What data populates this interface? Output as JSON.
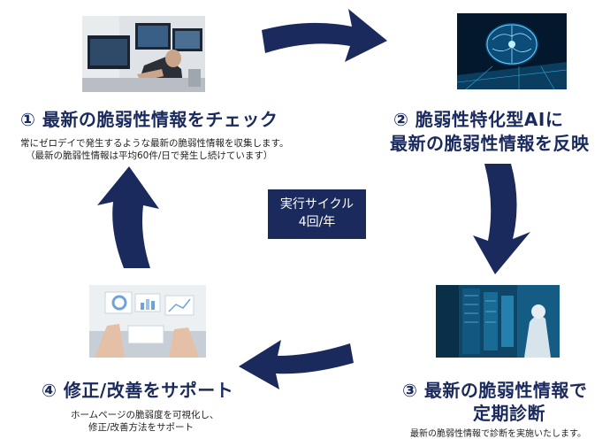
{
  "steps": [
    {
      "title": "① 最新の脆弱性情報をチェック",
      "desc_lines": [
        "常にゼロデイで発生するような最新の脆弱性情報を収集します。",
        "（最新の脆弱性情報は平均60件/日で発生し続けています）"
      ]
    },
    {
      "title_lines": [
        "② 脆弱性特化型AIに",
        "最新の脆弱性情報を反映"
      ]
    },
    {
      "title_lines": [
        "③ 最新の脆弱性情報で",
        "定期診断"
      ],
      "desc_lines": [
        "最新の脆弱性情報で診断を実施いたします。"
      ]
    },
    {
      "title": "④ 修正/改善をサポート",
      "desc_lines": [
        "ホームページの脆弱度を可視化し、",
        "修正/改善方法をサポート"
      ]
    }
  ],
  "center": {
    "lines": [
      "実行サイクル",
      "4回/年"
    ]
  },
  "colors": {
    "navy": "#1b2a5c",
    "title": "#1a2a5e"
  }
}
